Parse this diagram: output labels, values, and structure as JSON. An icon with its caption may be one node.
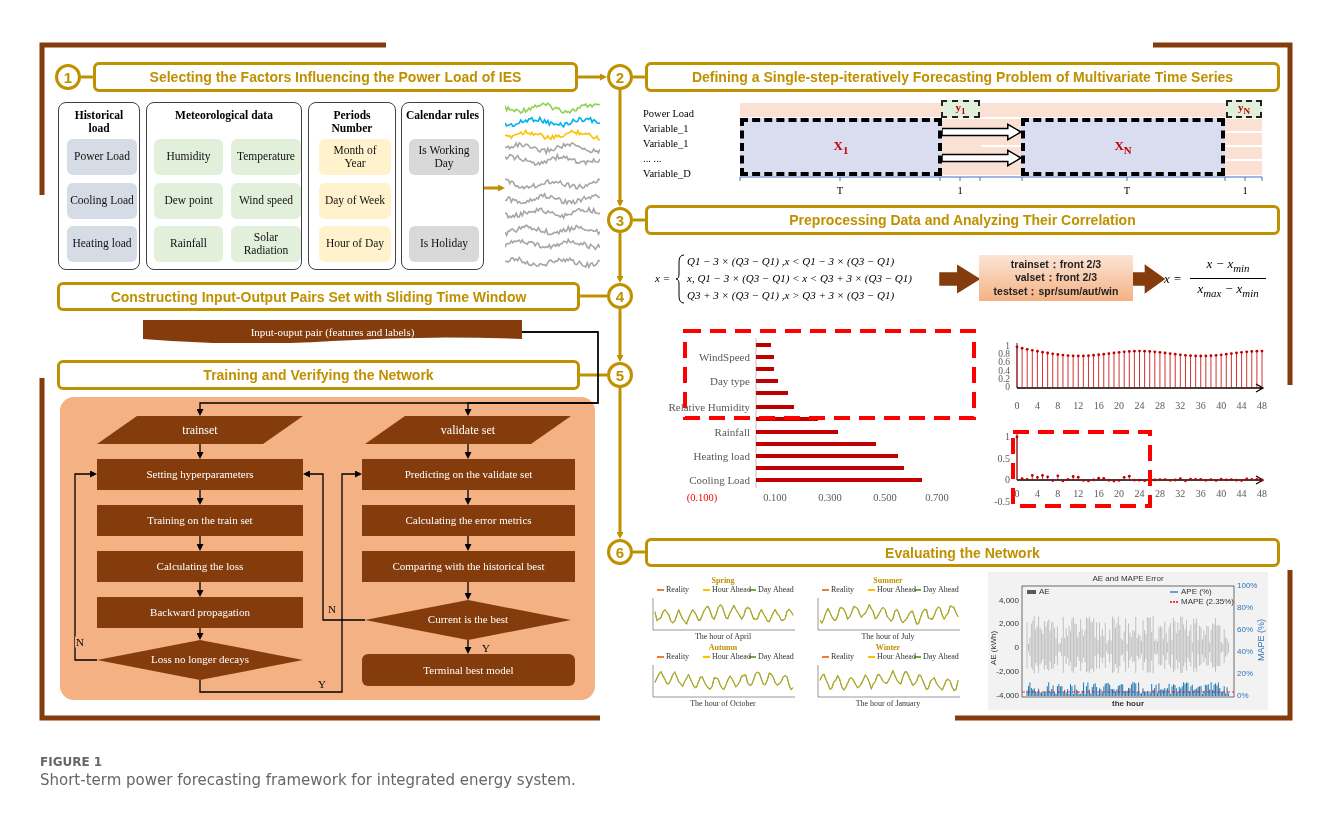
{
  "diagram": {
    "title": "FIGURE 1",
    "caption": "Short-term power forecasting framework for integrated energy system.",
    "nodes": [
      {
        "text": [
          "1"
        ]
      },
      {
        "text": [
          "Selecting the Factors Influencing the Power Load of IES"
        ]
      },
      {
        "text": [
          "2"
        ]
      },
      {
        "text": [
          "Defining a Single-step-iteratively Forecasting Problem of Multivariate Time Series"
        ]
      },
      {
        "text": [
          "3"
        ]
      },
      {
        "text": [
          "Preprocessing Data and Analyzing Their Correlation"
        ]
      },
      {
        "text": [
          "4"
        ]
      },
      {
        "text": [
          "Constructing Input-Output Pairs Set with Sliding Time Window"
        ]
      },
      {
        "text": [
          "5"
        ]
      },
      {
        "text": [
          "Training and Verifying the Network"
        ]
      },
      {
        "text": [
          "6"
        ]
      },
      {
        "text": [
          "Evaluating the Network"
        ]
      },
      {
        "text": [
          "Historical load"
        ]
      },
      {
        "text": [
          "Power Load"
        ],
        "in": 12
      },
      {
        "text": [
          "Cooling Load"
        ],
        "in": 12
      },
      {
        "text": [
          "Heating load"
        ],
        "in": 12
      },
      {
        "text": [
          "Meteorological data"
        ]
      },
      {
        "text": [
          "Humidity"
        ],
        "in": 16
      },
      {
        "text": [
          "Temperature"
        ],
        "in": 16
      },
      {
        "text": [
          "Dew point"
        ],
        "in": 16
      },
      {
        "text": [
          "Wind speed"
        ],
        "in": 16
      },
      {
        "text": [
          "Rainfall"
        ],
        "in": 16
      },
      {
        "text": [
          "Solar Radiation"
        ],
        "in": 16
      },
      {
        "text": [
          "Periods Number"
        ]
      },
      {
        "text": [
          "Month of Year"
        ],
        "in": 23
      },
      {
        "text": [
          "Day of Week"
        ],
        "in": 23
      },
      {
        "text": [
          "Hour of Day"
        ],
        "in": 23
      },
      {
        "text": [
          "Calendar rules"
        ]
      },
      {
        "text": [
          "Is Working Day"
        ],
        "in": 27
      },
      {
        "text": [
          "Is Holiday"
        ],
        "in": 27
      },
      {
        "text": [],
        "shape": "picture"
      },
      {
        "text": [
          "X$_{1}$"
        ]
      },
      {
        "text": [
          "y$_{1}$"
        ]
      },
      {
        "text": [
          "X$_{N}$"
        ]
      },
      {
        "text": [
          "y$_{N}$"
        ]
      },
      {
        "text": [
          "x =",
          "Q1 − 3 × (Q3 − Q1) ,x < Q1 − 3 × (Q3 − Q1)",
          "x, Q1 − 3 × (Q3 − Q1) < x < Q3 + 3 × (Q3 − Q1)",
          "Q3 + 3 × (Q3 − Q1) ,x > Q3 + 3 × (Q3 − Q1)"
        ]
      },
      {
        "text": [
          "trainset：front 2/3",
          "valset：front 2/3",
          "testset：spr/sum/aut/win"
        ]
      },
      {
        "text": [
          "x =",
          "x − x$_{min}$",
          "x$_{max}$ − x$_{min}$"
        ]
      },
      {
        "text": [
          "Input-ouput pair (features and labels)"
        ]
      },
      {
        "text": [],
        "shape": "box"
      },
      {
        "text": [
          "trainset"
        ],
        "in": 39
      },
      {
        "text": [
          "validate set"
        ],
        "in": 39
      },
      {
        "text": [
          "Setting hyperparameters"
        ],
        "in": 39
      },
      {
        "text": [
          "Training on the train set"
        ],
        "in": 39
      },
      {
        "text": [
          "Calculating the loss"
        ],
        "in": 39
      },
      {
        "text": [
          "Backward propagation"
        ],
        "in": 39
      },
      {
        "text": [
          "Loss no longer decays"
        ],
        "in": 39
      },
      {
        "text": [
          "Predicting on the validate set"
        ],
        "in": 39
      },
      {
        "text": [
          "Calculating the error metrics"
        ],
        "in": 39
      },
      {
        "text": [
          "Comparing with the historical best"
        ],
        "in": 39
      },
      {
        "text": [
          "Current is the best"
        ],
        "in": 39
      },
      {
        "text": [
          "Terminal best model"
        ],
        "in": 39
      }
    ],
    "edges": [
      {
        "from": 0,
        "to": 1,
        "arrow": "none",
        "color": "#bf9000"
      },
      {
        "from": 1,
        "to": 2,
        "arrow": "to",
        "color": "#bf9000"
      },
      {
        "from": 2,
        "to": 3,
        "arrow": "none",
        "color": "#bf9000"
      },
      {
        "from": 2,
        "to": 4,
        "arrow": "to",
        "color": "#bf9000"
      },
      {
        "from": 4,
        "to": 5,
        "arrow": "none",
        "color": "#bf9000"
      },
      {
        "from": 4,
        "to": 6,
        "arrow": "to",
        "color": "#bf9000"
      },
      {
        "from": 7,
        "to": 6,
        "arrow": "none",
        "color": "#bf9000"
      },
      {
        "from": 6,
        "to": 8,
        "arrow": "to",
        "color": "#bf9000"
      },
      {
        "from": 9,
        "to": 8,
        "arrow": "none",
        "color": "#bf9000"
      },
      {
        "from": 8,
        "to": 10,
        "arrow": "to",
        "color": "#bf9000"
      },
      {
        "from": 10,
        "to": 11,
        "arrow": "none",
        "color": "#bf9000"
      },
      {
        "from": 27,
        "to": 30,
        "arrow": "to",
        "color": "#bf9000"
      },
      {
        "from": 31,
        "to": 33,
        "arrow": "to",
        "style": "thick"
      },
      {
        "from": 31,
        "to": 33,
        "arrow": "to",
        "style": "thick"
      },
      {
        "from": 35,
        "to": 36,
        "arrow": "to",
        "style": "thick",
        "color": "#843c0c"
      },
      {
        "from": 36,
        "to": 37,
        "arrow": "to",
        "style": "thick",
        "color": "#843c0c"
      },
      {
        "from": 38,
        "to": 40,
        "arrow": "to"
      },
      {
        "from": 38,
        "to": 41,
        "arrow": "to"
      },
      {
        "from": 40,
        "to": 42,
        "arrow": "to"
      },
      {
        "from": 41,
        "to": 47,
        "arrow": "to"
      },
      {
        "from": 42,
        "to": 43,
        "arrow": "to"
      },
      {
        "from": 43,
        "to": 44,
        "arrow": "to"
      },
      {
        "from": 44,
        "to": 45,
        "arrow": "to"
      },
      {
        "from": 45,
        "to": 46,
        "arrow": "to"
      },
      {
        "from": 46,
        "to": 42,
        "label": "N",
        "arrow": "to"
      },
      {
        "from": 46,
        "to": 47,
        "label": "Y",
        "arrow": "to"
      },
      {
        "from": 47,
        "to": 48,
        "arrow": "to"
      },
      {
        "from": 48,
        "to": 49,
        "arrow": "to"
      },
      {
        "from": 49,
        "to": 50,
        "arrow": "to"
      },
      {
        "from": 50,
        "to": 42,
        "label": "N",
        "arrow": "to"
      },
      {
        "from": 50,
        "to": 51,
        "label": "Y",
        "arrow": "to"
      }
    ],
    "labels": [
      "Power Load",
      "Variable_1",
      "Variable_1",
      "... ...",
      "Variable_D",
      "T",
      "1",
      "T",
      "1",
      "WindSpeed",
      "Day type",
      "Relative Humidity",
      "Rainfall",
      "Heating load",
      "Cooling Load",
      "(0.100)",
      "0.100",
      "0.300",
      "0.500",
      "0.700",
      "1",
      "0.8",
      "0.6",
      "0.4",
      "0.2",
      "0",
      "0",
      "4",
      "8",
      "12",
      "16",
      "20",
      "24",
      "28",
      "32",
      "36",
      "40",
      "44",
      "48",
      "1",
      "0.5",
      "0",
      "-0.5",
      "0",
      "4",
      "8",
      "12",
      "16",
      "20",
      "24",
      "28",
      "32",
      "36",
      "40",
      "44",
      "48",
      "Spring",
      "The hour of April",
      "Summer",
      "The hour of July",
      "Autumn",
      "The hour of October",
      "Winter",
      "The hour of January",
      "AE and MAPE Error",
      "4,000",
      "2,000",
      "0",
      "-2,000",
      "-4,000",
      "AE (kWh)",
      "100%",
      "80%",
      "60%",
      "40%",
      "20%",
      "0%",
      "MAPE (%)",
      "the hour"
    ],
    "legend": [
      {
        "text": "Reality"
      },
      {
        "text": "Hour Ahead"
      },
      {
        "text": "Day Ahead"
      },
      {
        "text": "Reality"
      },
      {
        "text": "Hour Ahead"
      },
      {
        "text": "Day Ahead"
      },
      {
        "text": "Reality"
      },
      {
        "text": "Hour Ahead"
      },
      {
        "text": "Day Ahead"
      },
      {
        "text": "Reality"
      },
      {
        "text": "Hour Ahead"
      },
      {
        "text": "Day Ahead"
      },
      {
        "text": "AE",
        "color": "#595959"
      },
      {
        "text": "APE (%)"
      },
      {
        "text": "MAPE (2.35%)"
      }
    ]
  }
}
